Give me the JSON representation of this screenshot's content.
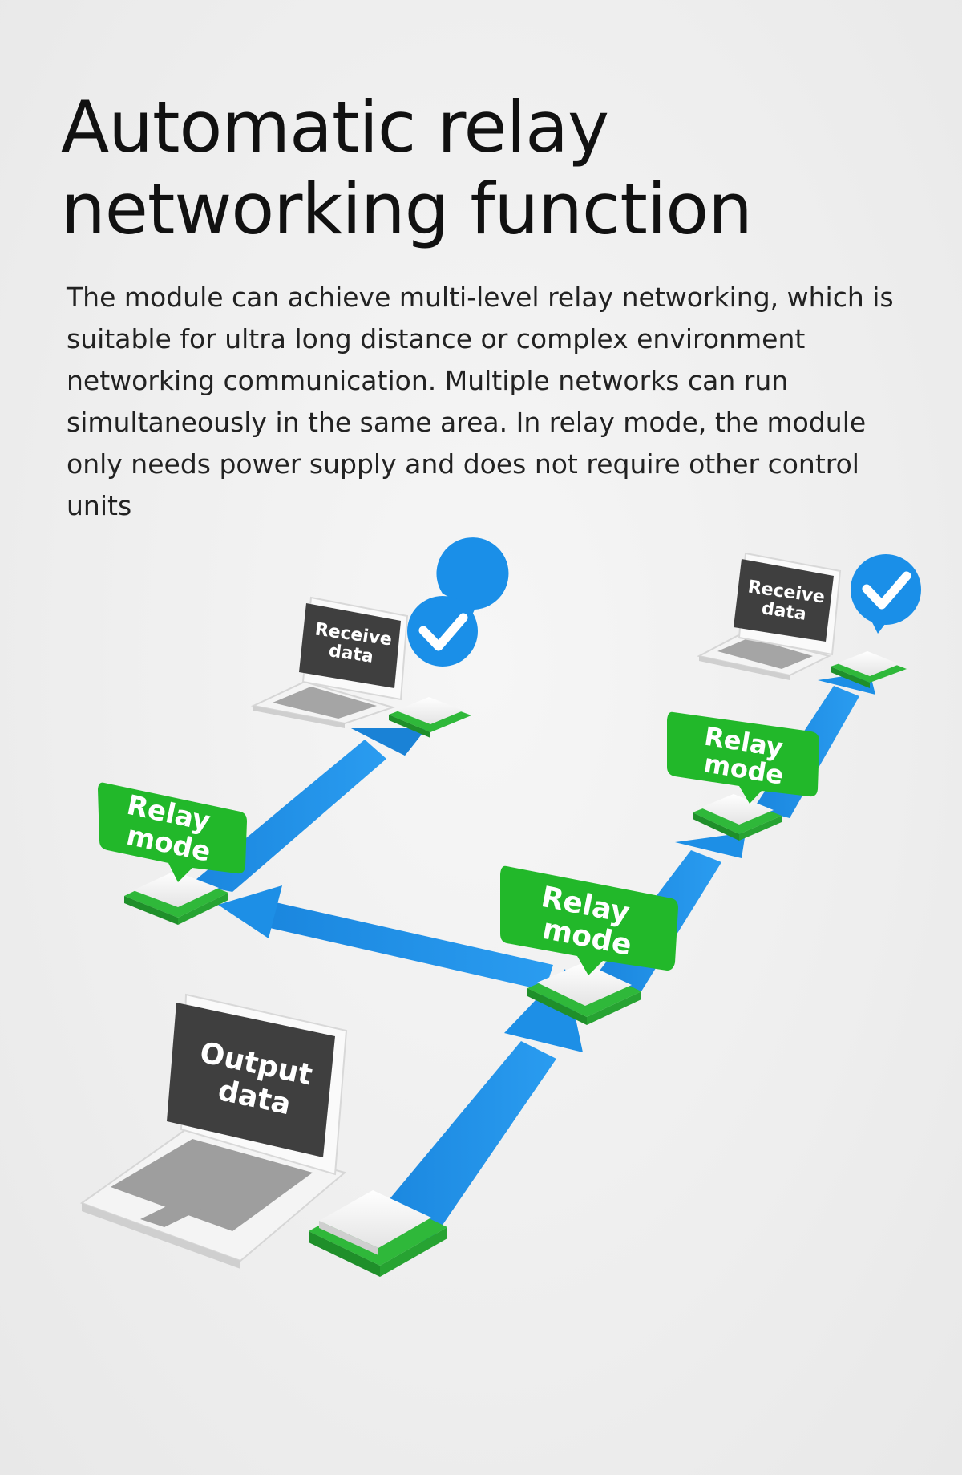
{
  "header": {
    "title_line1": "Automatic relay",
    "title_line2": "networking function",
    "description": "The module can achieve multi-level relay networking, which is suitable for ultra long distance or complex environment networking communication. Multiple networks can run simultaneously in the same area. In relay mode, the module only needs power supply and does not require other control units"
  },
  "diagram": {
    "source_laptop": {
      "line1": "Output",
      "line2": "data"
    },
    "receiver_left": {
      "line1": "Receive",
      "line2": "data"
    },
    "receiver_right": {
      "line1": "Receive",
      "line2": "data"
    },
    "relay_left": {
      "line1": "Relay",
      "line2": "mode"
    },
    "relay_center": {
      "line1": "Relay",
      "line2": "mode"
    },
    "relay_upper_right": {
      "line1": "Relay",
      "line2": "mode"
    }
  },
  "colors": {
    "arrow_blue": "#1d8fe6",
    "relay_green": "#22b82a",
    "check_blue": "#1a8fe8",
    "screen_dark": "#3f3f3f",
    "module_green": "#2fb83a"
  },
  "icons": [
    "check-badge-icon",
    "laptop-icon",
    "rf-module-icon",
    "relay-arrow-icon"
  ]
}
